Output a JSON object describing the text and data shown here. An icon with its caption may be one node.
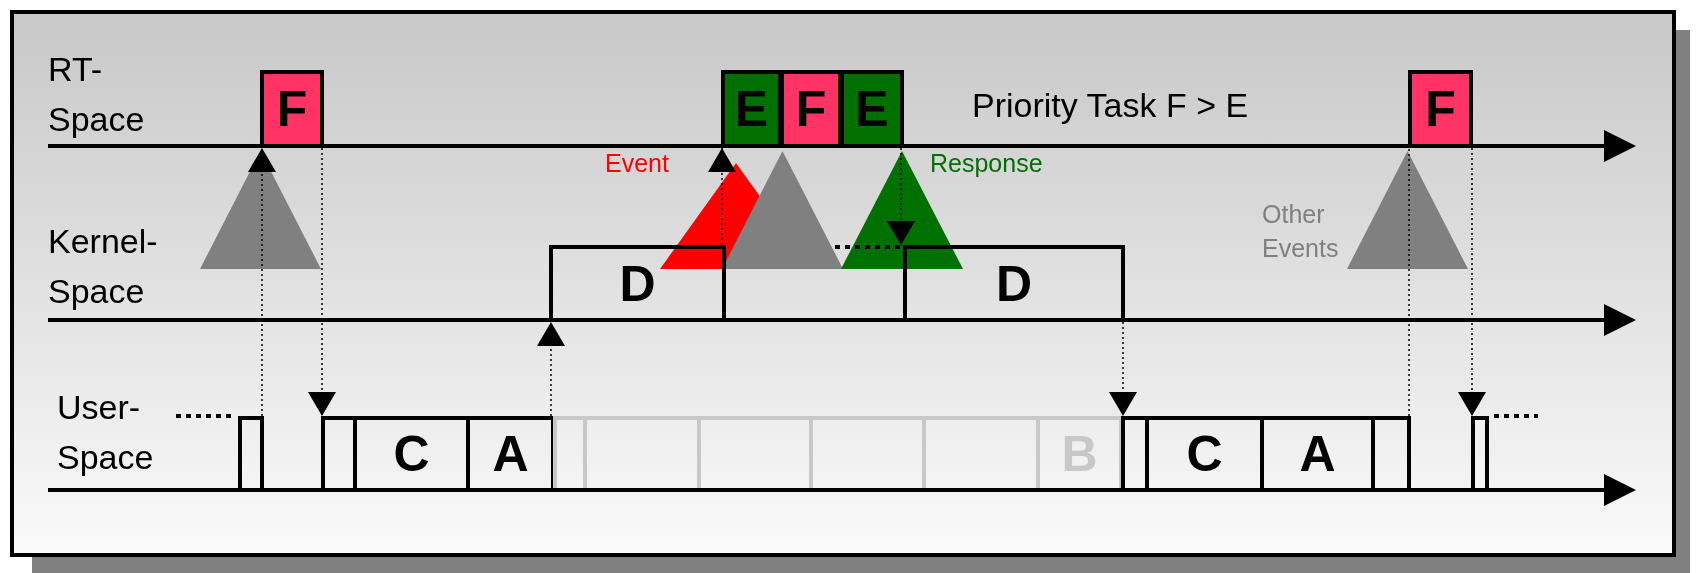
{
  "diagram": {
    "nodes": [
      {
        "text": [
          "F"
        ]
      },
      {
        "text": [
          "E"
        ]
      },
      {
        "text": [
          "F"
        ]
      },
      {
        "text": [
          "E"
        ]
      },
      {
        "text": [
          "F"
        ]
      },
      {
        "text": [
          "D"
        ]
      },
      {
        "text": [
          "D"
        ]
      },
      {
        "text": [],
        "shape": "box"
      },
      {
        "text": [],
        "shape": "box"
      },
      {
        "text": [
          "C"
        ],
        "in": 8
      },
      {
        "text": [
          "A"
        ],
        "in": 8
      },
      {
        "text": [
          "B"
        ]
      },
      {
        "text": [],
        "shape": "box"
      },
      {
        "text": [
          "C"
        ],
        "in": 12
      },
      {
        "text": [
          "A"
        ],
        "in": 12
      },
      {
        "text": [],
        "shape": "box"
      }
    ],
    "edges": [
      {
        "from": 7,
        "to": 0,
        "arrow": "to"
      },
      {
        "from": 0,
        "to": 8,
        "arrow": "to"
      },
      {
        "from": 8,
        "to": 5,
        "arrow": "to"
      },
      {
        "from": 5,
        "to": 1,
        "arrow": "to"
      },
      {
        "from": 3,
        "to": 6,
        "arrow": "to"
      },
      {
        "from": 6,
        "to": 12,
        "arrow": "to"
      },
      {
        "from": 12,
        "to": 4,
        "arrow": "none"
      },
      {
        "from": 4,
        "to": 15,
        "arrow": "to"
      }
    ],
    "labels": [
      "RT- Space",
      "Priority Task F > E",
      "Event",
      "Response",
      "Kernel- Space",
      "Other Events",
      "User- Space"
    ]
  }
}
